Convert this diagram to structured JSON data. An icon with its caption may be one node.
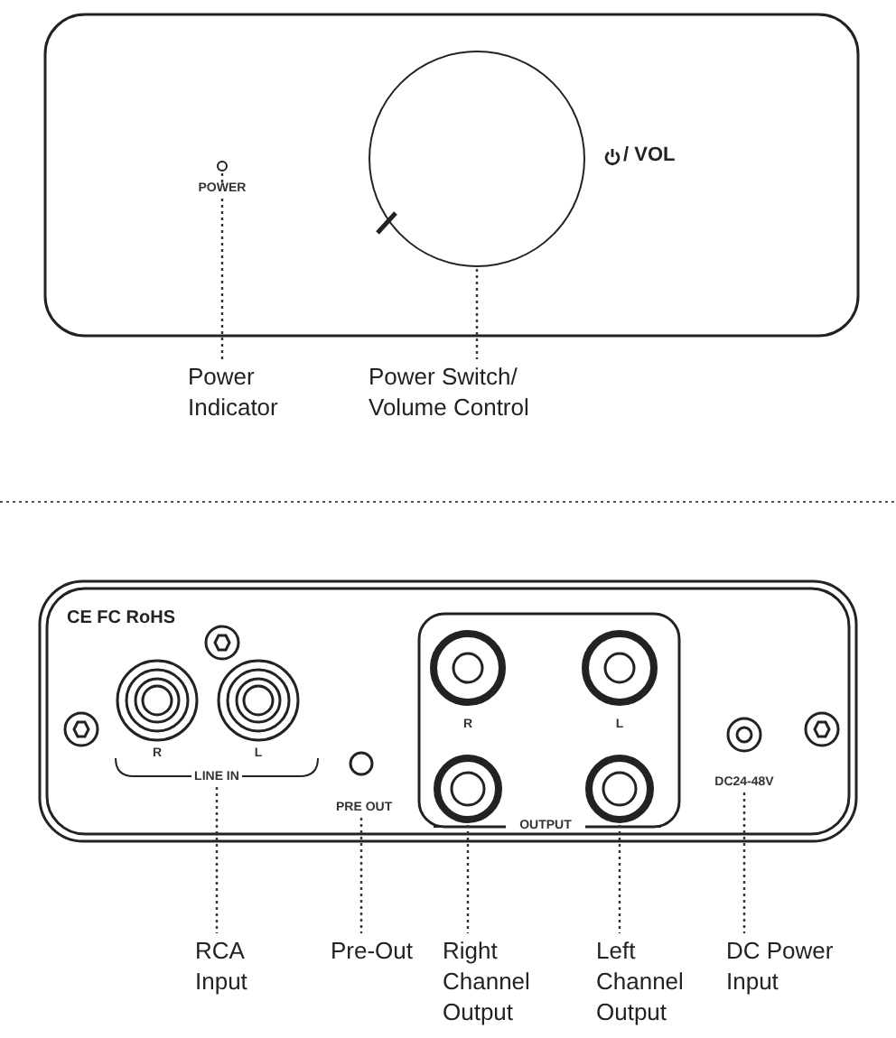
{
  "diagram": {
    "nodes": [
      {
        "text": [],
        "shape": "circle"
      },
      {
        "text": [],
        "shape": "circle"
      },
      {
        "text": [
          "Power Indicator"
        ]
      },
      {
        "text": [
          "Power Switch/ Volume Control"
        ]
      },
      {
        "text": [
          "LINE IN"
        ]
      },
      {
        "text": [
          "PRE OUT"
        ]
      },
      {
        "text": [],
        "shape": "circle"
      },
      {
        "text": [],
        "shape": "circle"
      },
      {
        "text": [
          "DC24-48V"
        ]
      },
      {
        "text": [
          "RCA Input"
        ]
      },
      {
        "text": [
          "Pre-Out"
        ]
      },
      {
        "text": [
          "Right Channel Output"
        ]
      },
      {
        "text": [
          "Left Channel Output"
        ]
      },
      {
        "text": [
          "DC Power Input"
        ]
      }
    ],
    "edges": [
      {
        "from": 0,
        "to": 2,
        "arrow": "none",
        "style": "dashed"
      },
      {
        "from": 1,
        "to": 3,
        "arrow": "none",
        "style": "dashed"
      },
      {
        "from": 4,
        "to": 9,
        "arrow": "none",
        "style": "dashed"
      },
      {
        "from": 5,
        "to": 10,
        "arrow": "none",
        "style": "dashed"
      },
      {
        "from": 6,
        "to": 11,
        "arrow": "none",
        "style": "dashed"
      },
      {
        "from": 7,
        "to": 12,
        "arrow": "none",
        "style": "dashed"
      },
      {
        "from": 8,
        "to": 13,
        "arrow": "none",
        "style": "dashed"
      }
    ],
    "labels": [
      "POWER",
      "/ VOL",
      "CE FC RoHS",
      "R",
      "L",
      "R",
      "L",
      "OUTPUT"
    ]
  }
}
